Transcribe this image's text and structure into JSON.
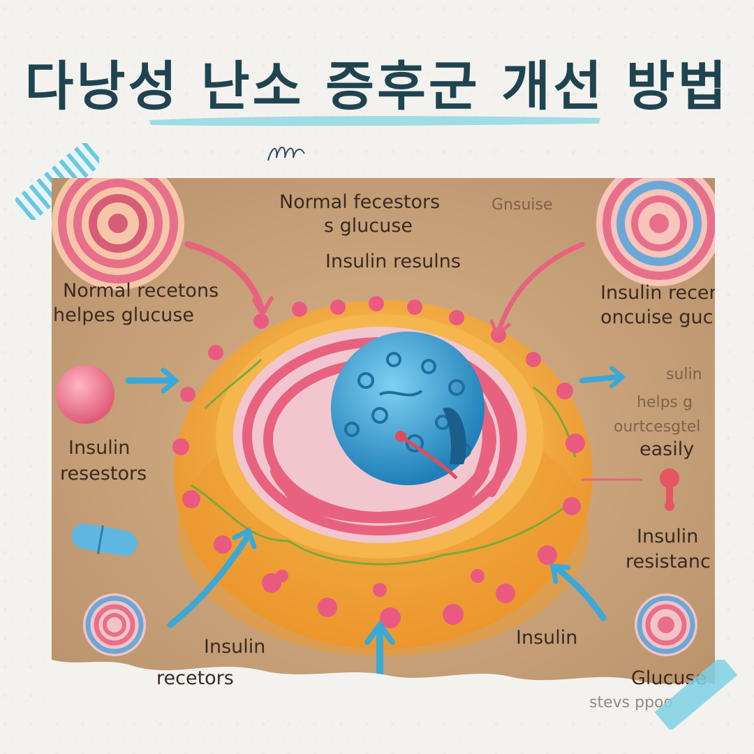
{
  "title": "다낭성 난소 증후군 개선 방법",
  "colors": {
    "title": "#1f4450",
    "accent_underline": "#8fd8e3",
    "illustration_background": "#c9a47c",
    "membrane": "#f2a93b",
    "cristae": "#e8627f",
    "nucleus": "#3aa3d8"
  },
  "illustration": {
    "labels": {
      "top_center_1": "Normal fecestors",
      "top_center_faded": "Gnsuise",
      "top_center_2": "s glucuse",
      "top_center_3": "Insulin resulns",
      "left_1a": "Normal recetons",
      "left_1b": "helpes glucuse",
      "left_2a": "Insulin",
      "left_2b": "resestors",
      "right_1a": "Insulin recer",
      "right_1b": "oncuise guc",
      "right_2a": "sulin",
      "right_2b": "helps g",
      "right_2c": "ourtcesgtel",
      "right_2d": "easily",
      "right_3a": "Insulin",
      "right_3b": "resistanc",
      "bottom_left_a": "Insulin",
      "bottom_left_b": "recetors",
      "bottom_center": "Insulin",
      "bottom_right_a": "Glucuse",
      "bottom_right_b": "stevs ppoo"
    }
  },
  "icons": [
    "scribble-icon",
    "stripes-decoration",
    "tape-decoration",
    "arrow-icon"
  ]
}
